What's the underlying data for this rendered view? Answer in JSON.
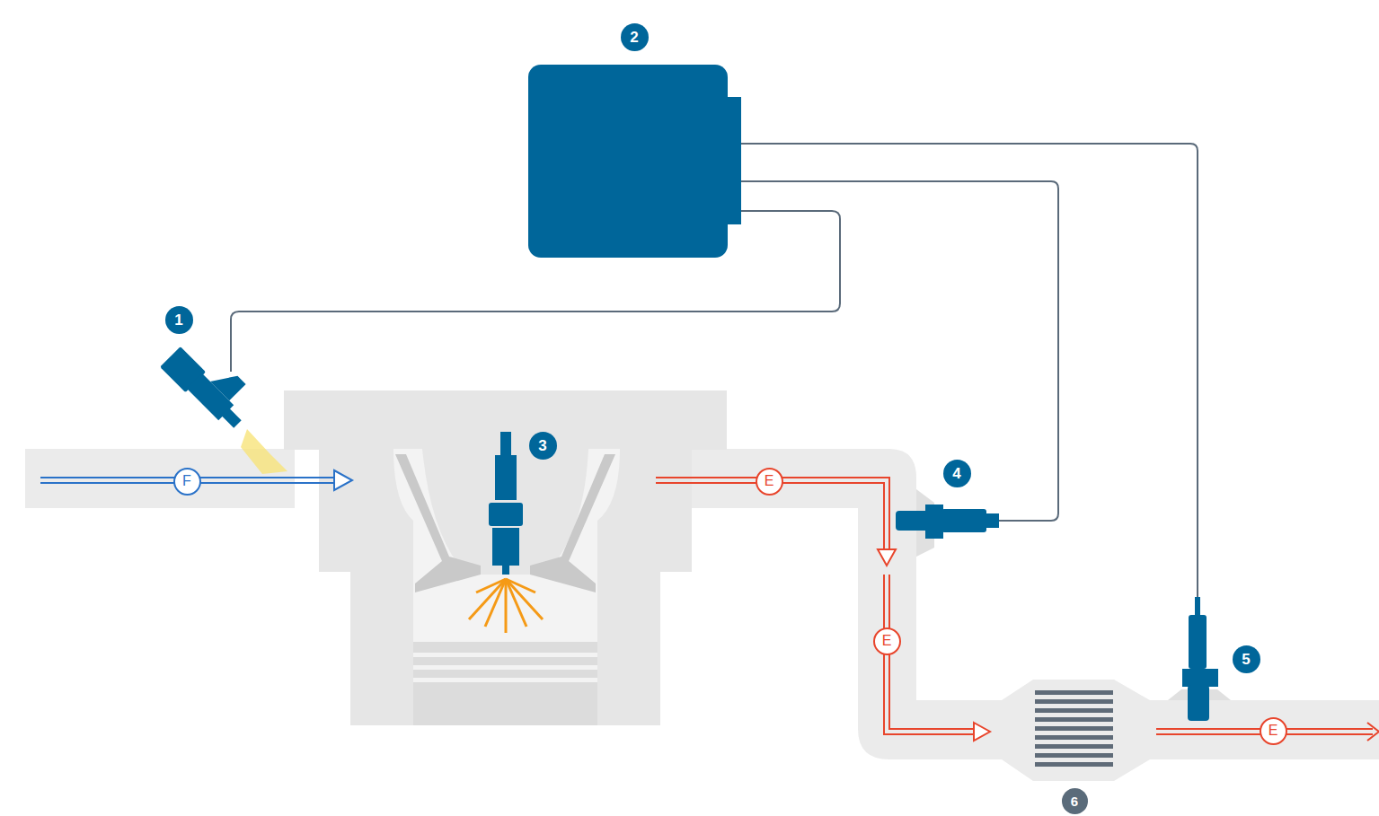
{
  "diagram": {
    "labels": [
      "2",
      "1",
      "3",
      "4",
      "F",
      "E",
      "E",
      "5",
      "E",
      "6"
    ]
  }
}
